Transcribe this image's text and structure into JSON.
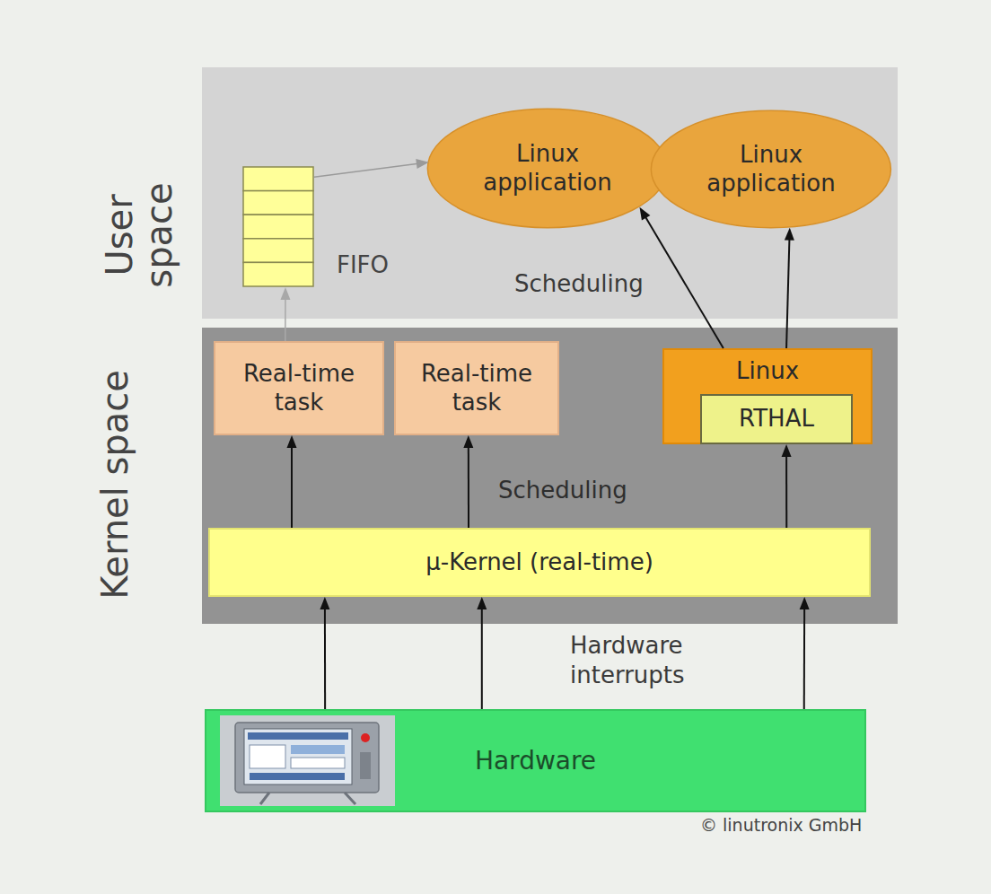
{
  "diagram": {
    "nodes": [
      {
        "text": [
          "User space"
        ]
      },
      {
        "text": [
          "FIFO"
        ],
        "in": 0
      },
      {
        "text": [
          "Linux application"
        ],
        "in": 0
      },
      {
        "text": [
          "Linux application"
        ],
        "in": 0
      },
      {
        "text": [
          "Kernel space"
        ]
      },
      {
        "text": [
          "Real-time task"
        ],
        "in": 4
      },
      {
        "text": [
          "Real-time task"
        ],
        "in": 4
      },
      {
        "text": [
          "Linux"
        ],
        "in": 4
      },
      {
        "text": [
          "RTHAL"
        ],
        "in": 7
      },
      {
        "text": [
          "μ-Kernel (real-time)"
        ],
        "in": 4
      },
      {
        "text": [
          "Hardware"
        ]
      }
    ],
    "edges": [
      {
        "from": 1,
        "to": 2,
        "arrow": "to"
      },
      {
        "from": 5,
        "to": 1,
        "arrow": "to"
      },
      {
        "from": 7,
        "to": 2,
        "arrow": "to"
      },
      {
        "from": 7,
        "to": 3,
        "arrow": "to"
      },
      {
        "from": 9,
        "to": 5,
        "arrow": "to"
      },
      {
        "from": 9,
        "to": 6,
        "arrow": "to"
      },
      {
        "from": 9,
        "to": 7,
        "arrow": "to"
      },
      {
        "from": 10,
        "to": 9,
        "arrow": "to"
      },
      {
        "from": 10,
        "to": 9,
        "arrow": "to"
      },
      {
        "from": 10,
        "to": 9,
        "arrow": "to"
      }
    ],
    "labels": [
      "Scheduling",
      "Scheduling",
      "Hardware interrupts",
      "© linutronix GmbH"
    ]
  }
}
